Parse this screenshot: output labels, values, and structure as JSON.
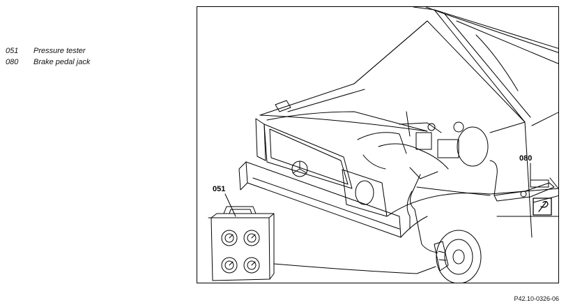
{
  "legend": {
    "items": [
      {
        "code": "051",
        "label": "Pressure tester"
      },
      {
        "code": "080",
        "label": "Brake pedal jack"
      }
    ]
  },
  "figure": {
    "callouts": {
      "tester": "051",
      "jack": "080"
    },
    "reference": "P42.10-0326-06"
  }
}
